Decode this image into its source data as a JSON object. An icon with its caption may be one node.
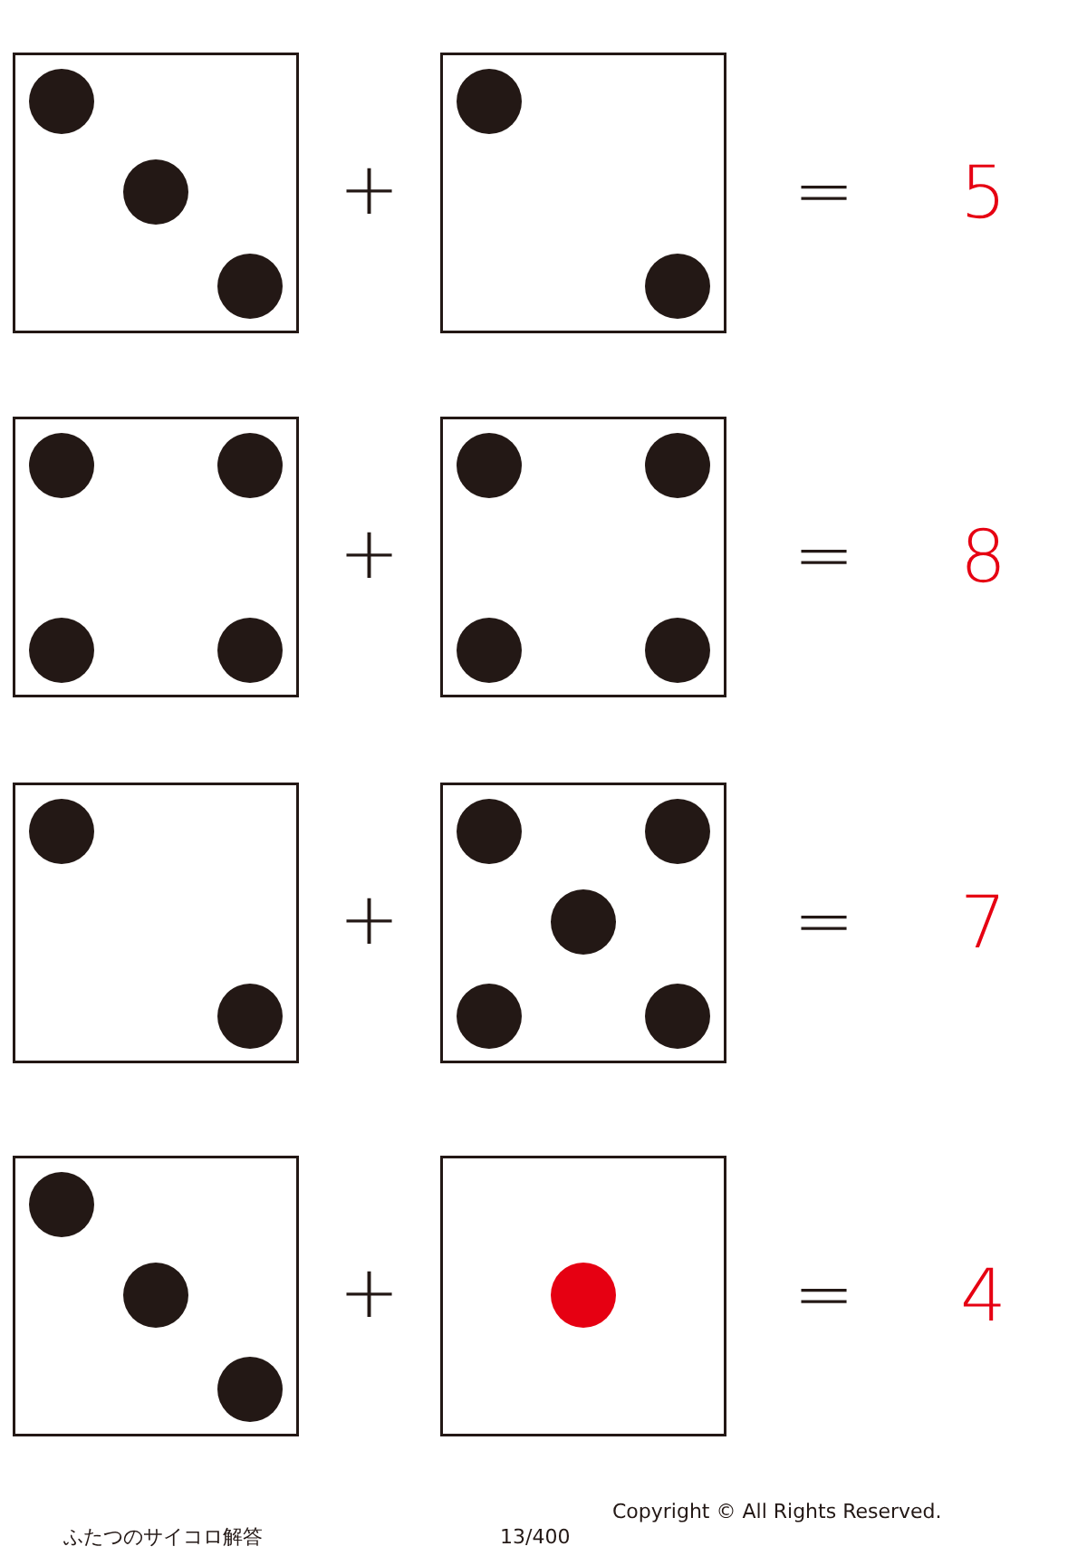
{
  "diagram": {
    "nodes": [
      {
        "text": [],
        "shape": "picture"
      },
      {
        "text": [],
        "shape": "picture"
      },
      {
        "text": [],
        "shape": "picture"
      },
      {
        "text": [],
        "shape": "picture"
      },
      {
        "text": [],
        "shape": "picture"
      },
      {
        "text": [],
        "shape": "picture"
      },
      {
        "text": [],
        "shape": "picture"
      },
      {
        "text": [],
        "shape": "picture"
      }
    ],
    "edges": [],
    "labels": [
      "+",
      "=",
      "5",
      "+",
      "=",
      "8",
      "+",
      "=",
      "7",
      "+",
      "=",
      "4",
      "Copyright © All Rights Reserved.",
      "ふたつのサイコロ解答",
      "13/400"
    ]
  }
}
